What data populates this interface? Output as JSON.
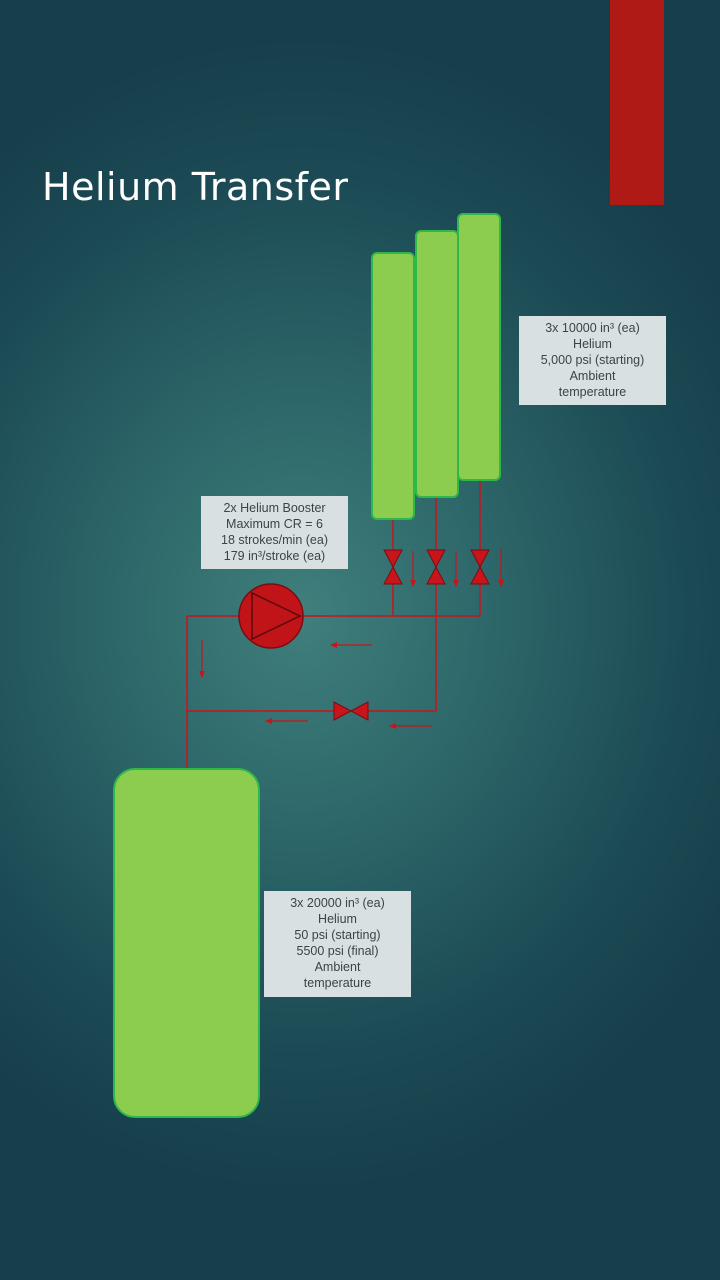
{
  "slide": {
    "title": "Helium Transfer",
    "accent_color": "#b01a16"
  },
  "supply_cylinders": {
    "count": 3,
    "label_lines": [
      "3x 10000  in³ (ea)",
      "Helium",
      "5,000 psi (starting)",
      "Ambient",
      "temperature"
    ]
  },
  "booster": {
    "label_lines": [
      "2x Helium Booster",
      "Maximum CR = 6",
      "18 strokes/min (ea)",
      "179 in³/stroke (ea)"
    ]
  },
  "receiver_cylinder": {
    "label_lines": [
      "3x 20000  in³ (ea)",
      "Helium",
      "50 psi (starting)",
      "5500 psi (final)",
      "Ambient",
      "temperature"
    ]
  },
  "colors": {
    "tank_fill": "#8ccc4e",
    "tank_outline": "#2fb84a",
    "pipe": "#c8141b",
    "label_bg": "#d8e0e1"
  }
}
